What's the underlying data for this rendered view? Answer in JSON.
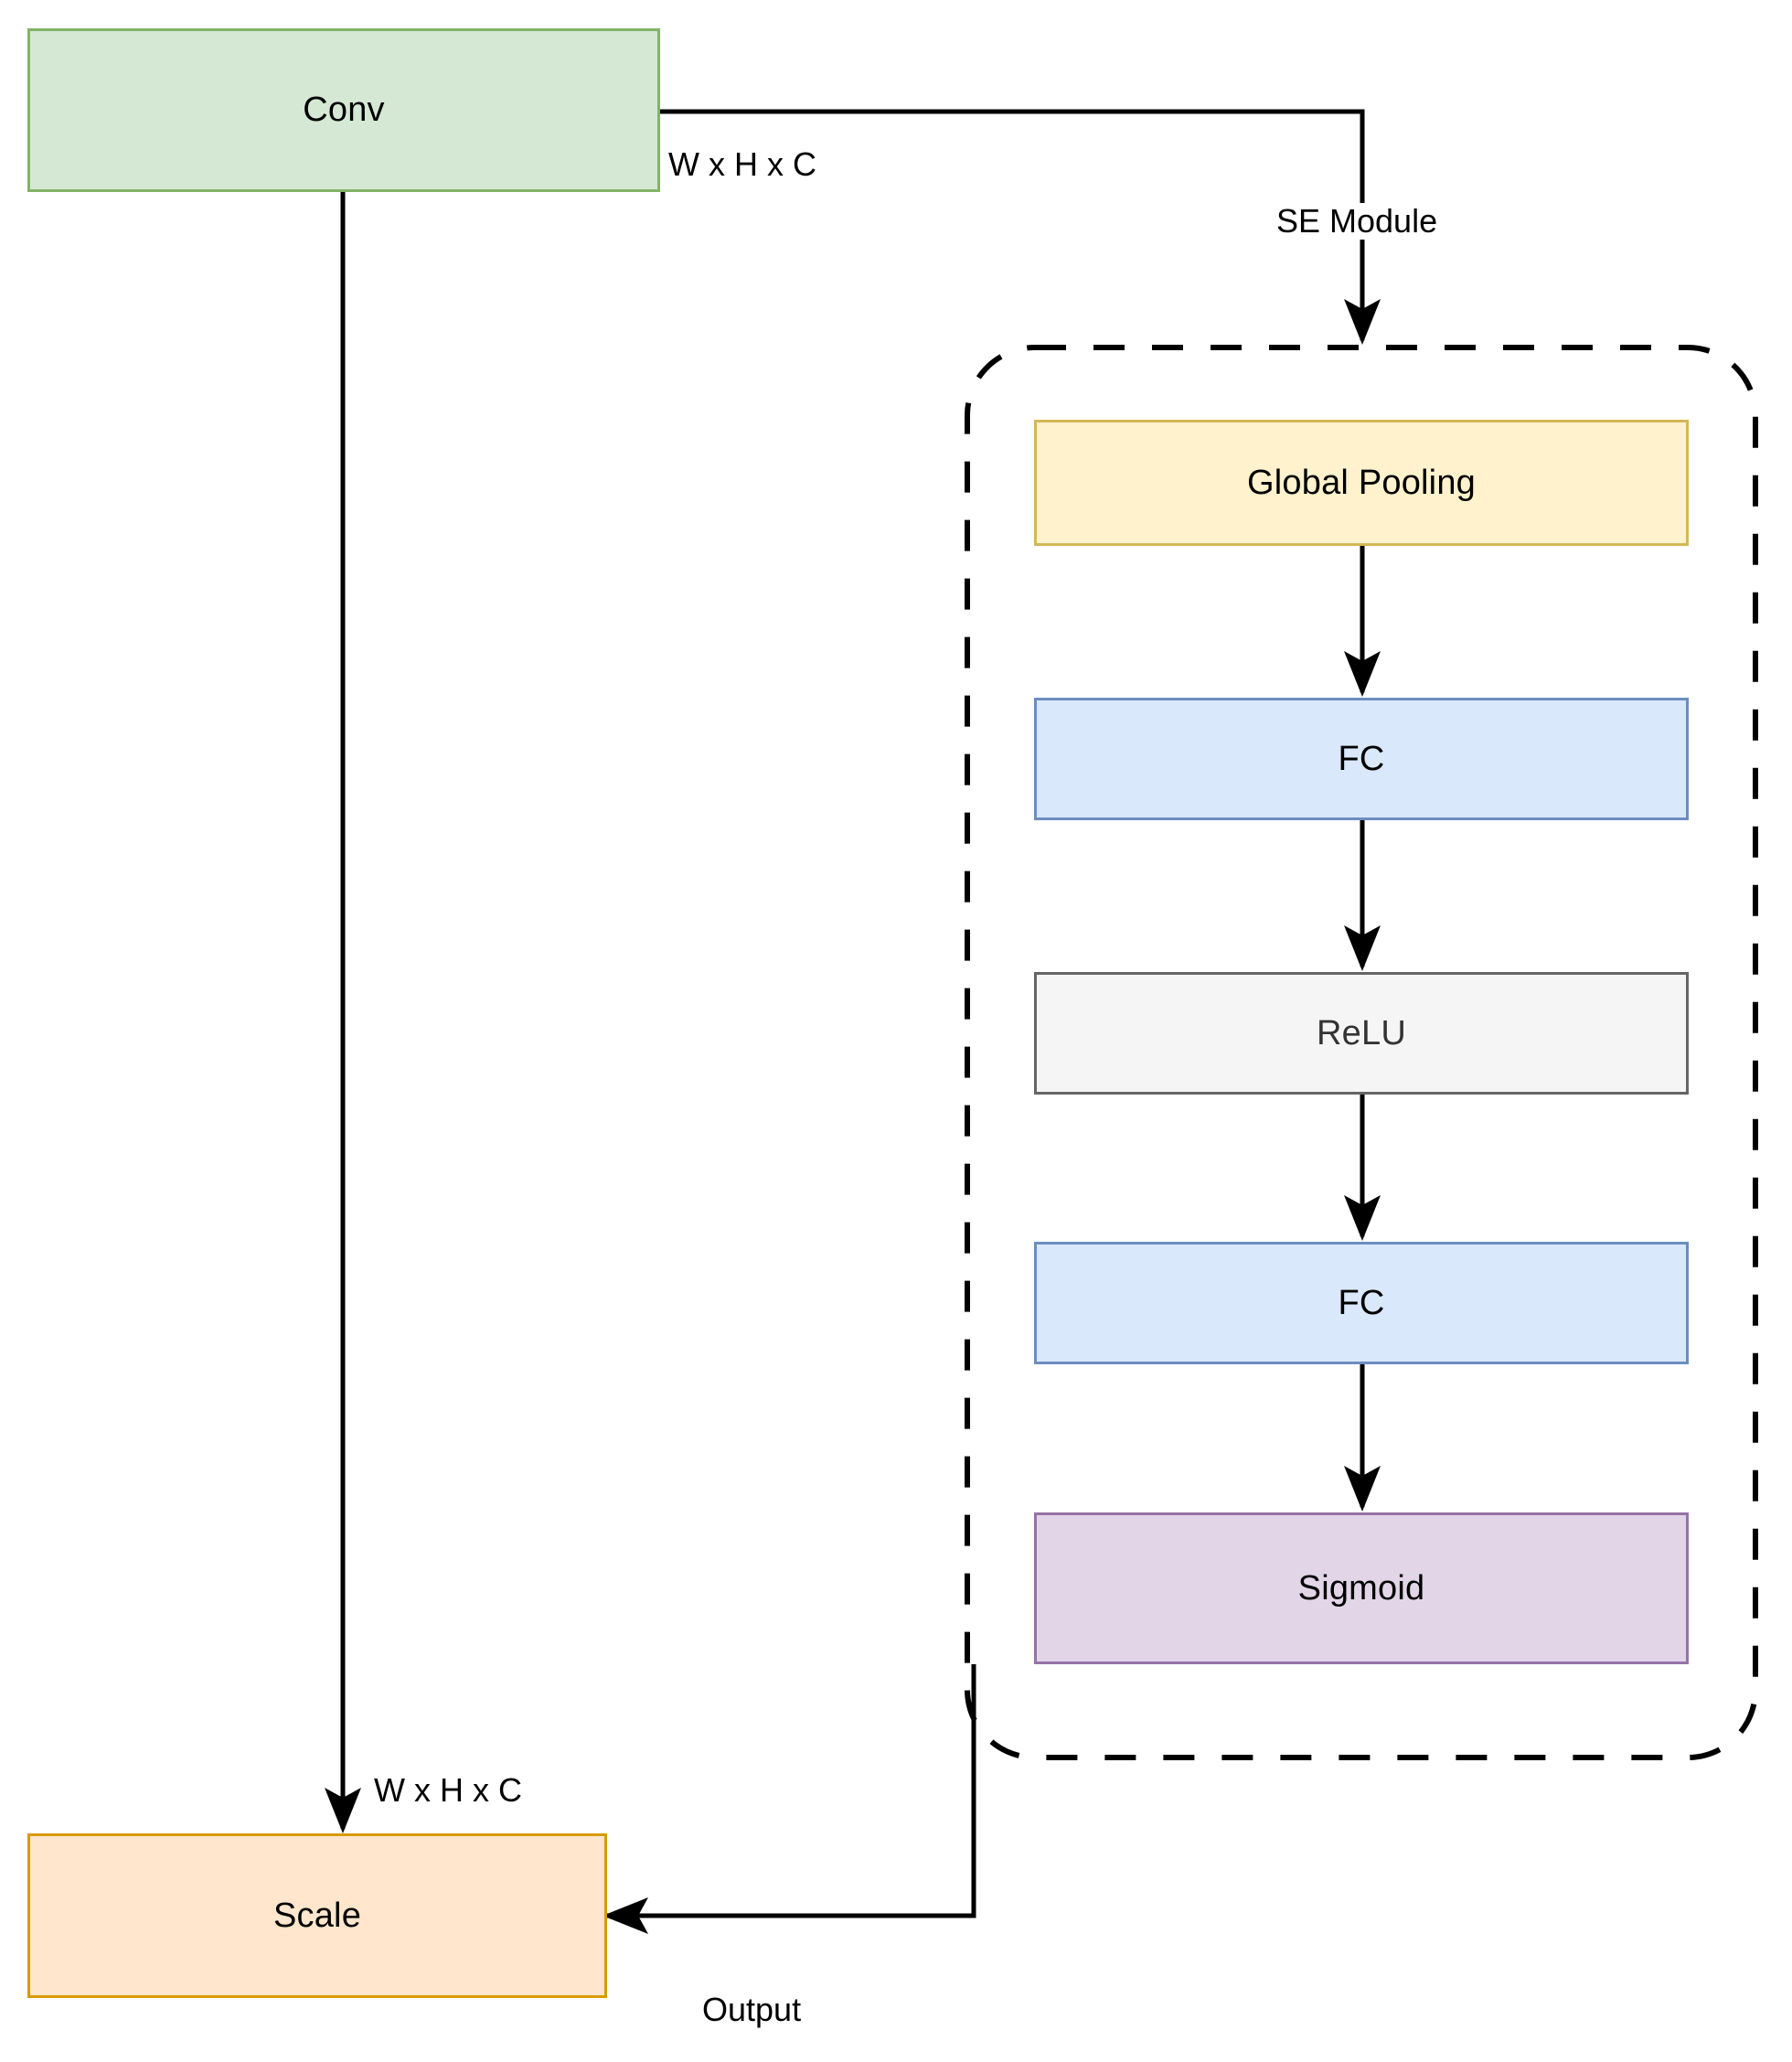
{
  "diagram": {
    "title": "SE Module (Squeeze-and-Excitation) block diagram",
    "background": "#ffffff",
    "nodes": {
      "conv": {
        "label": "Conv",
        "fill": "#d5e8d4",
        "stroke": "#82b366"
      },
      "gpool": {
        "label": "Global Pooling",
        "fill": "#fff2cc",
        "stroke": "#d6b656"
      },
      "fc1": {
        "label": "FC",
        "fill": "#dae8fc",
        "stroke": "#6c8ebf"
      },
      "relu": {
        "label": "ReLU",
        "fill": "#f5f5f5",
        "stroke": "#666666"
      },
      "fc2": {
        "label": "FC",
        "fill": "#dae8fc",
        "stroke": "#6c8ebf"
      },
      "sigmoid": {
        "label": "Sigmoid",
        "fill": "#e1d5e7",
        "stroke": "#9673a6"
      },
      "scale": {
        "label": "Scale",
        "fill": "#ffe6cc",
        "stroke": "#d79b00"
      }
    },
    "edge_labels": {
      "conv_to_se": "W x H x C",
      "se_module": "SE Module",
      "conv_to_scale": "W x H x C",
      "output": "Output"
    },
    "group": {
      "name": "SE Module group",
      "style": "dashed rounded rectangle",
      "stroke": "#000000"
    },
    "edges": [
      {
        "from": "conv",
        "to": "se-group",
        "label": "W x H x C / SE Module"
      },
      {
        "from": "gpool",
        "to": "fc1",
        "label": ""
      },
      {
        "from": "fc1",
        "to": "relu",
        "label": ""
      },
      {
        "from": "relu",
        "to": "fc2",
        "label": ""
      },
      {
        "from": "fc2",
        "to": "sigmoid",
        "label": ""
      },
      {
        "from": "conv",
        "to": "scale",
        "label": "W x H x C"
      },
      {
        "from": "se-group",
        "to": "scale",
        "label": "Output"
      }
    ]
  }
}
